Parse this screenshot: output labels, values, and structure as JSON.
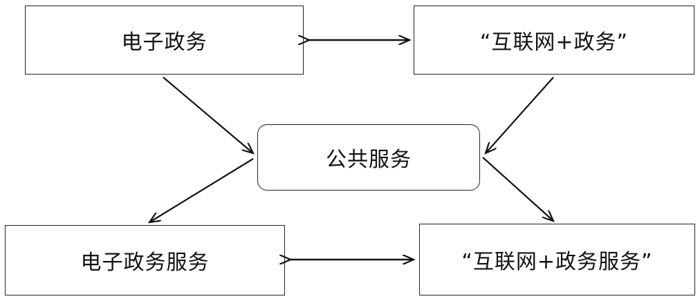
{
  "nodes": {
    "e_gov": "电子政务",
    "internet_gov": "“互联网+政务”",
    "public_service": "公共服务",
    "e_gov_service": "电子政务服务",
    "internet_gov_service": "“互联网+政务服务”"
  }
}
